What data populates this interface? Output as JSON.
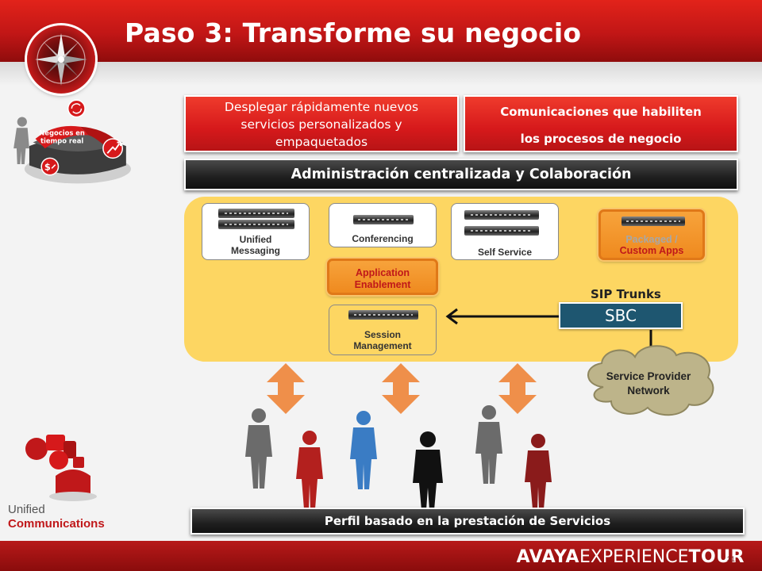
{
  "title": "Paso 3: Transforme su negocio",
  "top_boxes": {
    "left": [
      "Desplegar rápidamente nuevos",
      "servicios personalizados y",
      "empaquetados"
    ],
    "right": [
      "Comunicaciones que habiliten",
      "los procesos de negocio"
    ]
  },
  "bars": {
    "admin": "Administración centralizada y Colaboración",
    "profile": "Perfil basado en la prestación de Servicios"
  },
  "servers": {
    "unified_messaging": [
      "Unified",
      "Messaging"
    ],
    "conferencing": "Conferencing",
    "self_service": "Self Service",
    "session_management": [
      "Session",
      "Management"
    ],
    "packaged": [
      "Packaged /",
      "Custom Apps"
    ]
  },
  "application_enablement": [
    "Application",
    "Enablement"
  ],
  "sip_trunks": "SIP Trunks",
  "sbc": "SBC",
  "cloud": [
    "Service Provider",
    "Network"
  ],
  "disc": {
    "label_line1": "Negocios en",
    "label_line2": "tiempo real",
    "dollar": "$"
  },
  "unified_communications": {
    "line1": "Unified",
    "line2": "Communications"
  },
  "footer": {
    "brand": "AVAYA",
    "experience": "EXPERIENCE",
    "tour": "TOUR",
    "page_number": "31"
  },
  "colors": {
    "red": "#d6191b",
    "dark": "#1f1f1f",
    "yellow": "#fdd662",
    "orange": "#ef8a1f",
    "teal": "#1e5670",
    "gray_person": "#6b6b6b",
    "red_person": "#b3201e",
    "blue_person": "#3a7cc4",
    "black_person": "#111111"
  }
}
